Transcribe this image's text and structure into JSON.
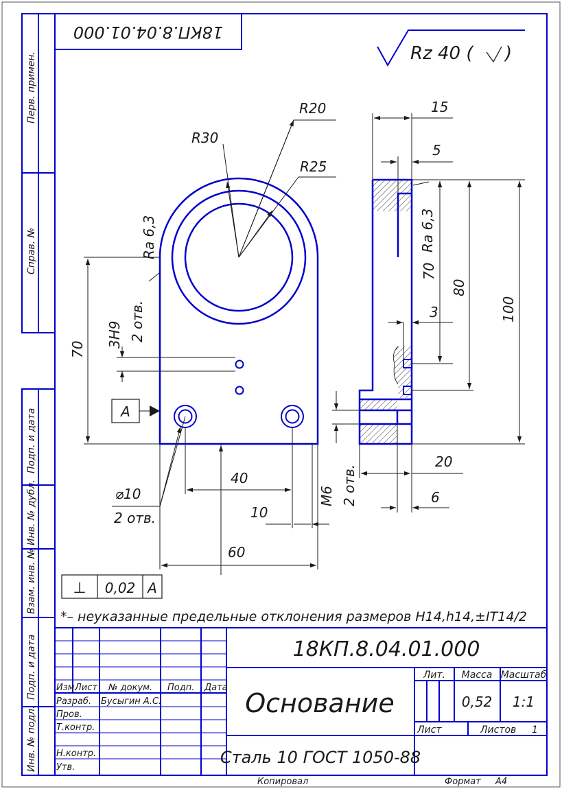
{
  "drawing": {
    "mirrored_number": "18КП.8.04.01.000",
    "roughness_general": "Rz 40 (",
    "roughness_close": ")",
    "note": "*– неуказанные предельные отклонения размеров H14,h14,±IT14/2"
  },
  "side_labels": {
    "perv_primen": "Перв. примен.",
    "sprav_no": "Справ. №",
    "podp_data_1": "Подп. и дата",
    "inv_dubl": "Инв. № дубл.",
    "vzam_inv": "Взам. инв. №",
    "podp_data_2": "Подп. и дата",
    "inv_podl": "Инв. № подл."
  },
  "dims": {
    "r20": "R20",
    "r30": "R30",
    "r25": "R25",
    "ra63_front": "Ra 6,3",
    "h70_front": "70",
    "hole_fit": "3H9",
    "hole_count_a": "2 отв.",
    "datum": "A",
    "dia10": "⌀10",
    "dia10_count": "2 отв.",
    "d40": "40",
    "d10": "10",
    "m6": "M6",
    "d60": "60",
    "d15": "15",
    "d5": "5",
    "ra63_side": "Ra 6,3",
    "d70_side": "70",
    "d80": "80",
    "d100": "100",
    "d3": "3",
    "m6_count": "2 отв.",
    "d20": "20",
    "d6": "6"
  },
  "tolerance": {
    "symbol": "⊥",
    "value": "0,02",
    "datum": "A"
  },
  "title_block": {
    "designation": "18КП.8.04.01.000",
    "headers": {
      "izm": "Изм.",
      "list": "Лист",
      "dokum": "№ докум.",
      "podp": "Подп.",
      "data": "Дата"
    },
    "rows": {
      "razrab": "Разраб.",
      "prov": "Пров.",
      "tkontr": "Т.контр.",
      "nkontr": "Н.контр.",
      "utv": "Утв."
    },
    "developer": "Бусыгин А.С.",
    "name": "Основание",
    "lit_label": "Лит.",
    "mass_label": "Масса",
    "scale_label": "Масштаб",
    "mass": "0,52",
    "scale": "1:1",
    "sheet_label": "Лист",
    "sheets_label": "Листов",
    "sheets": "1",
    "material": "Сталь 10  ГОСТ 1050-88",
    "copied": "Копировал",
    "format_label": "Формат",
    "format": "А4"
  }
}
